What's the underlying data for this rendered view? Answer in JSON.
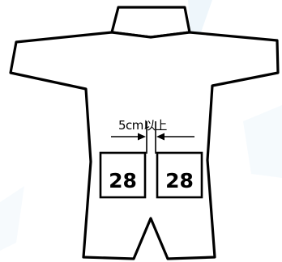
{
  "gap_label": "5cm以上",
  "patches": [
    {
      "number": "28"
    },
    {
      "number": "28"
    }
  ]
}
